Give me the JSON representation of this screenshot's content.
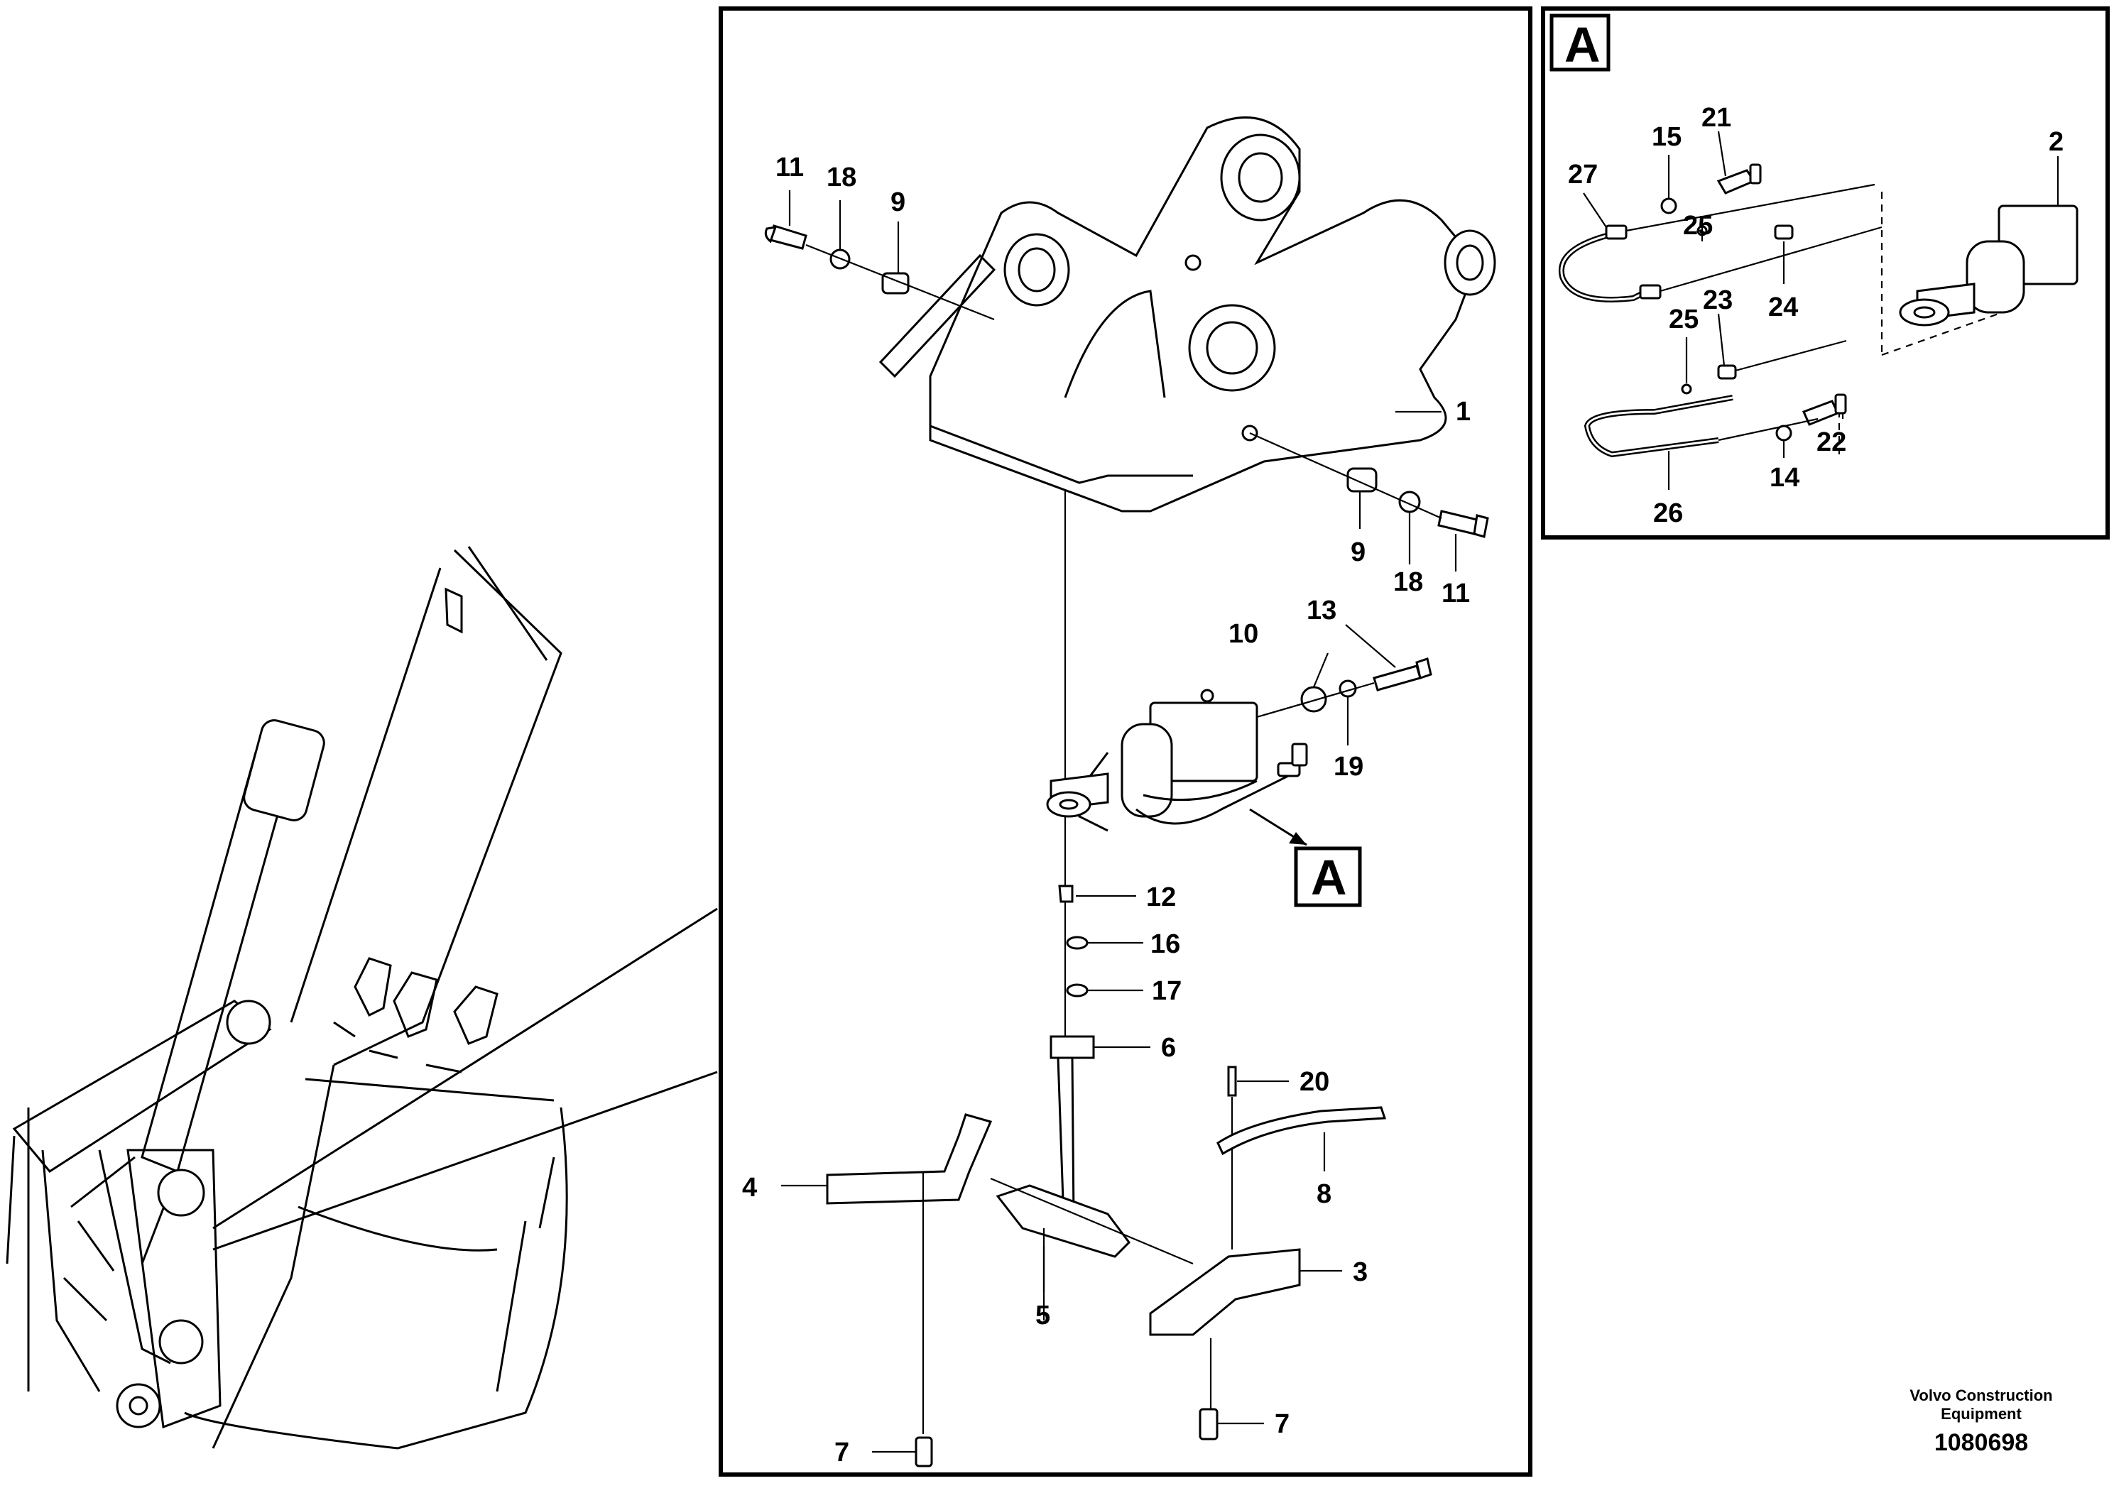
{
  "detail_label": "A",
  "callouts": {
    "c1": "1",
    "c2": "2",
    "c3": "3",
    "c4": "4",
    "c5": "5",
    "c6": "6",
    "c7a": "7",
    "c7b": "7",
    "c8": "8",
    "c9a": "9",
    "c9b": "9",
    "c10": "10",
    "c11a": "11",
    "c11b": "11",
    "c12": "12",
    "c13": "13",
    "c14": "14",
    "c15": "15",
    "c16": "16",
    "c17": "17",
    "c18a": "18",
    "c18b": "18",
    "c19": "19",
    "c20": "20",
    "c21": "21",
    "c22": "22",
    "c23": "23",
    "c24": "24",
    "c25a": "25",
    "c25b": "25",
    "c26": "26",
    "c27": "27"
  },
  "footer": {
    "company_line1": "Volvo Construction",
    "company_line2": "Equipment",
    "drawing_number": "1080698"
  }
}
